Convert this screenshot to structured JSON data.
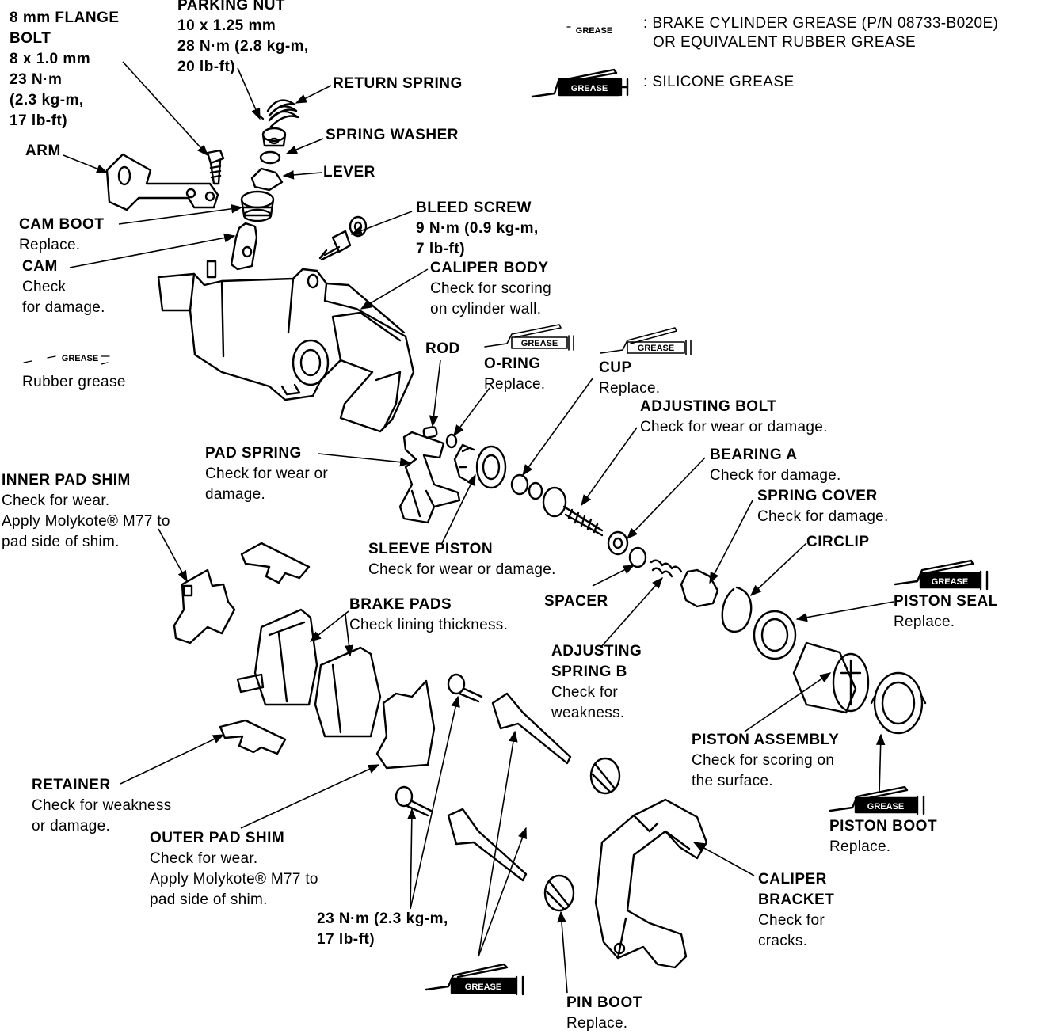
{
  "legend": {
    "small_grease_tag": "GREASE",
    "brake_grease_text_1": ": BRAKE CYLINDER GREASE (P/N 08733-B020E)",
    "brake_grease_text_2": "OR EQUIVALENT RUBBER GREASE",
    "silicone_tag": "GREASE",
    "silicone_text": ": SILICONE GREASE",
    "rubber_tag": "GREASE",
    "rubber_text": "Rubber grease"
  },
  "labels": {
    "flange_bolt": {
      "l1": "8 mm FLANGE",
      "l2": "BOLT",
      "l3": "8 x 1.0 mm",
      "l4": "23 N·m",
      "l5": "(2.3 kg-m,",
      "l6": "17 lb-ft)"
    },
    "parking_nut": {
      "l1": "PARKING NUT",
      "l2": "10 x 1.25 mm",
      "l3": "28 N·m (2.8 kg-m,",
      "l4": "20 lb-ft)"
    },
    "return_spring": {
      "title": "RETURN SPRING"
    },
    "spring_washer": {
      "title": "SPRING WASHER"
    },
    "lever": {
      "title": "LEVER"
    },
    "arm": {
      "title": "ARM"
    },
    "cam_boot": {
      "title": "CAM BOOT",
      "desc": "Replace."
    },
    "bleed_screw": {
      "title": "BLEED SCREW",
      "l2": "9 N·m (0.9 kg-m,",
      "l3": "7 lb-ft)"
    },
    "cam": {
      "title": "CAM",
      "d1": "Check",
      "d2": "for damage."
    },
    "caliper_body": {
      "title": "CALIPER BODY",
      "d1": "Check for scoring",
      "d2": "on cylinder wall."
    },
    "rod": {
      "title": "ROD"
    },
    "o_ring": {
      "title": "O-RING",
      "desc": "Replace.",
      "tag": "GREASE"
    },
    "cup": {
      "title": "CUP",
      "desc": "Replace.",
      "tag": "GREASE"
    },
    "adjusting_bolt": {
      "title": "ADJUSTING BOLT",
      "desc": "Check for wear or damage."
    },
    "pad_spring": {
      "title": "PAD SPRING",
      "d1": "Check for wear or",
      "d2": "damage."
    },
    "bearing_a": {
      "title": "BEARING A",
      "desc": "Check for damage."
    },
    "inner_pad_shim": {
      "title": "INNER PAD SHIM",
      "d1": "Check for wear.",
      "d2": "Apply Molykote®  M77 to",
      "d3": "pad side of shim."
    },
    "spring_cover": {
      "title": "SPRING COVER",
      "desc": "Check for damage."
    },
    "circlip": {
      "title": "CIRCLIP"
    },
    "sleeve_piston": {
      "title": "SLEEVE PISTON",
      "desc": "Check for wear or damage."
    },
    "piston_seal": {
      "title": "PISTON SEAL",
      "desc": "Replace.",
      "tag": "GREASE"
    },
    "spacer": {
      "title": "SPACER"
    },
    "brake_pads": {
      "title": "BRAKE PADS",
      "desc": "Check lining thickness."
    },
    "adjusting_spring_b": {
      "t1": "ADJUSTING",
      "t2": "SPRING B",
      "d1": "Check for",
      "d2": "weakness."
    },
    "piston_assembly": {
      "title": "PISTON ASSEMBLY",
      "d1": "Check for scoring on",
      "d2": "the surface."
    },
    "retainer": {
      "title": "RETAINER",
      "d1": "Check for weakness",
      "d2": "or damage."
    },
    "piston_boot": {
      "title": "PISTON BOOT",
      "desc": "Replace.",
      "tag": "GREASE"
    },
    "outer_pad_shim": {
      "title": "OUTER PAD SHIM",
      "d1": "Check for wear.",
      "d2": "Apply Molykote®  M77 to",
      "d3": "pad side of shim."
    },
    "caliper_bracket": {
      "t1": "CALIPER",
      "t2": "BRACKET",
      "d1": "Check for",
      "d2": "cracks."
    },
    "bracket_bolt_torque": {
      "l1": "23 N·m (2.3 kg-m,",
      "l2": "17 lb-ft)"
    },
    "pin_boot": {
      "title": "PIN BOOT",
      "desc": "Replace.",
      "tag": "GREASE"
    }
  }
}
